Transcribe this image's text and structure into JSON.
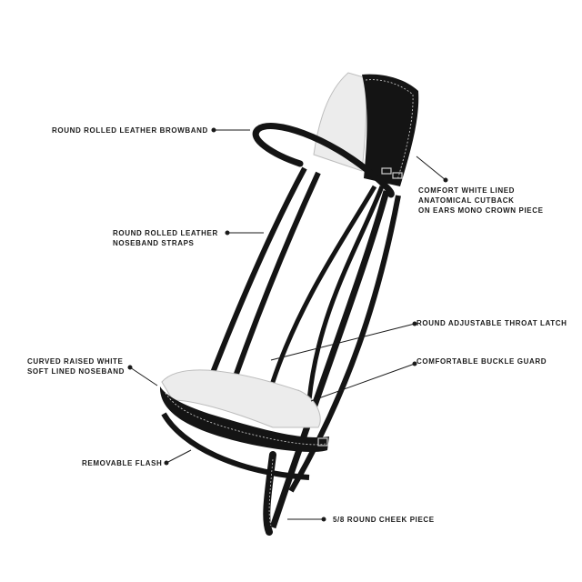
{
  "callouts": {
    "browband": "ROUND ROLLED LEATHER BROWBAND",
    "crown_piece": [
      "COMFORT WHITE LINED",
      "ANATOMICAL CUTBACK",
      "ON EARS MONO CROWN PIECE"
    ],
    "noseband_straps": [
      "ROUND ROLLED LEATHER",
      "NOSEBAND STRAPS"
    ],
    "throat_latch": "ROUND ADJUSTABLE THROAT LATCH",
    "noseband": [
      "CURVED RAISED WHITE",
      "SOFT LINED NOSEBAND"
    ],
    "buckle_guard": "COMFORTABLE BUCKLE GUARD",
    "flash": "REMOVABLE FLASH",
    "cheek_piece": "5/8 ROUND CHEEK PIECE"
  },
  "colors": {
    "leather": "#141414",
    "lining": "#ececec",
    "stitching": "#d9d9d9",
    "text": "#1a1a1a"
  }
}
